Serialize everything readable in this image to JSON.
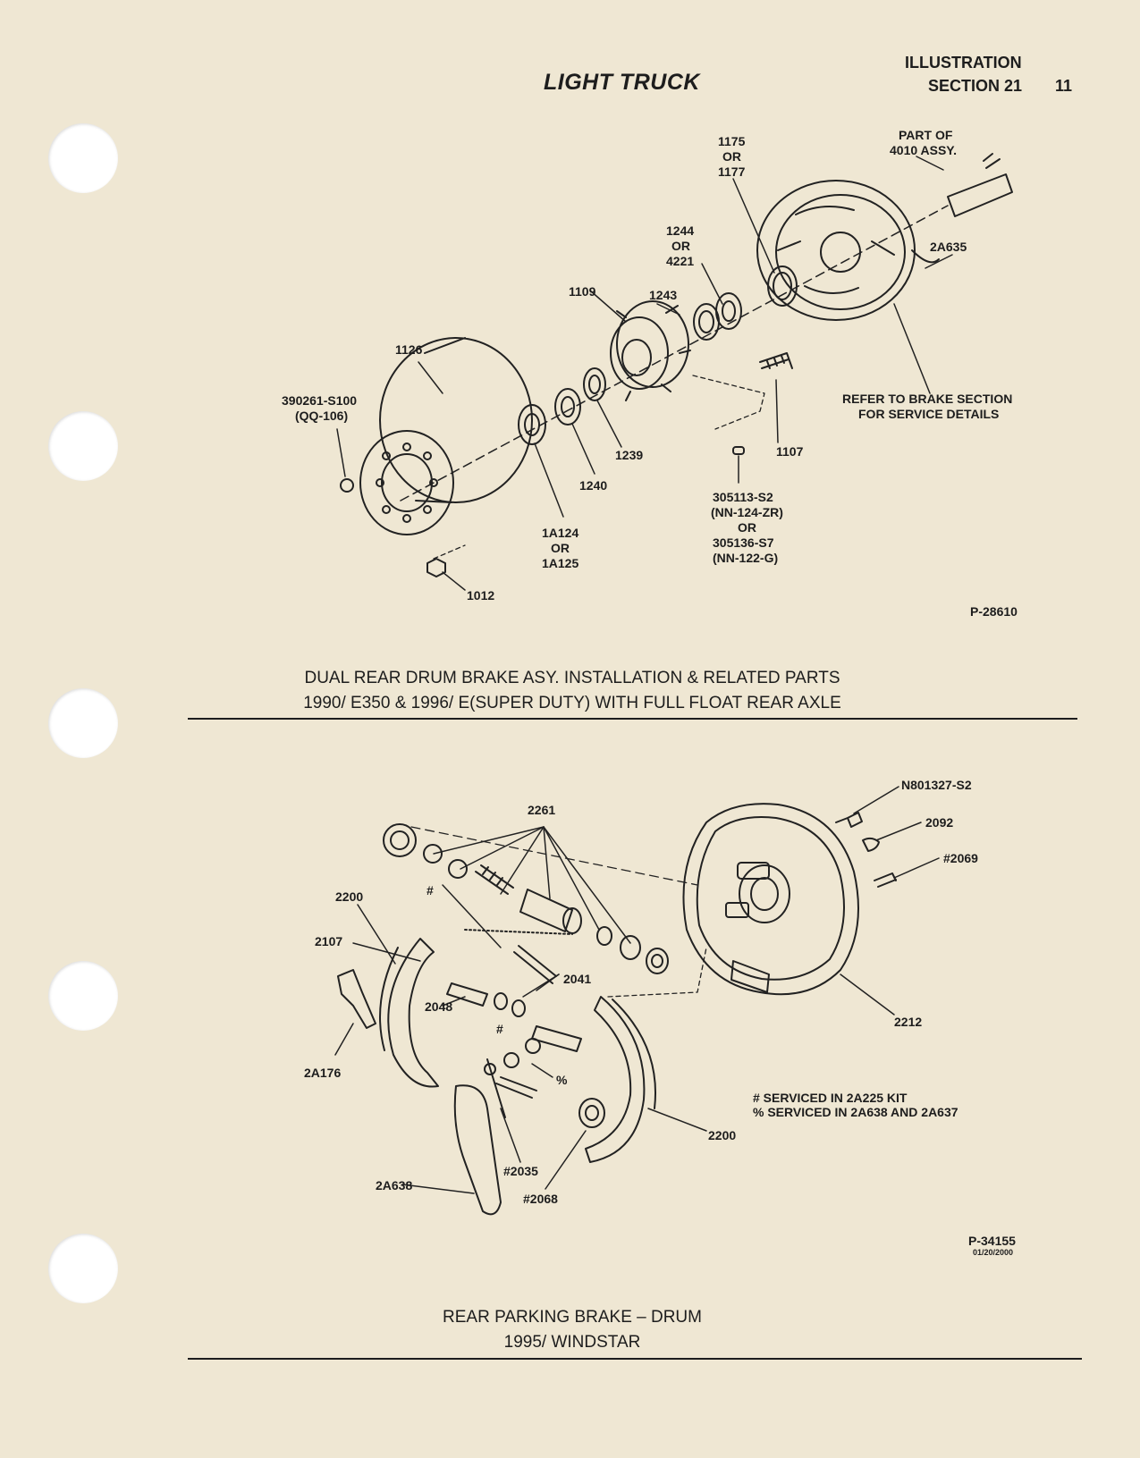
{
  "header": {
    "title": "LIGHT TRUCK",
    "illustration": "ILLUSTRATION",
    "section": "SECTION 21",
    "page_number": "11"
  },
  "diagram1": {
    "labels": {
      "part_of": "PART OF",
      "assy_4010": "4010 ASSY.",
      "p1175": "1175",
      "or_a": "OR",
      "p1177": "1177",
      "p1244": "1244",
      "or_b": "OR",
      "p4221": "4221",
      "p2A635": "2A635",
      "p1109": "1109",
      "p1243": "1243",
      "p1126": "1126",
      "p390261": "390261-S100",
      "qq106": "(QQ-106)",
      "p1107": "1107",
      "refer1": "REFER TO BRAKE SECTION",
      "refer2": "FOR SERVICE DETAILS",
      "p1239": "1239",
      "p1240": "1240",
      "p305113": "305113-S2",
      "nn124": "(NN-124-ZR)",
      "or_c": "OR",
      "p305136": "305136-S7",
      "nn122": "(NN-122-G)",
      "p1A124": "1A124",
      "or_d": "OR",
      "p1A125": "1A125",
      "p1012": "1012"
    },
    "code": "P-28610",
    "caption_line1": "DUAL REAR DRUM BRAKE ASY. INSTALLATION & RELATED PARTS",
    "caption_line2": "1990/ E350 & 1996/ E(SUPER DUTY) WITH FULL FLOAT REAR AXLE"
  },
  "diagram2": {
    "labels": {
      "n801327": "N801327-S2",
      "p2092": "2092",
      "p2069": "#2069",
      "p2261": "2261",
      "p2200a": "2200",
      "hash1": "#",
      "p2107": "2107",
      "p2041": "2041",
      "p2048": "2048",
      "hash2": "#",
      "pct": "%",
      "p2A176": "2A176",
      "p2212": "2212",
      "note1": "#  SERVICED IN 2A225 KIT",
      "note2": "%  SERVICED IN 2A638 AND 2A637",
      "p2200b": "2200",
      "p2035": "#2035",
      "p2068": "#2068",
      "p2A638": "2A638"
    },
    "code": "P-34155",
    "date": "01/20/2000",
    "caption_line1": "REAR PARKING BRAKE – DRUM",
    "caption_line2": "1995/ WINDSTAR"
  }
}
